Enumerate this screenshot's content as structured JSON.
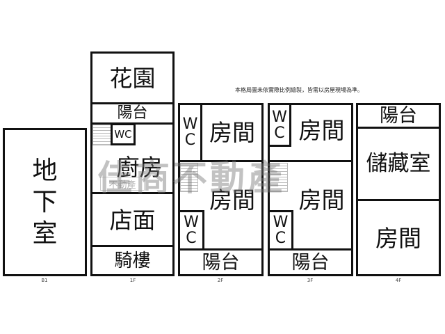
{
  "note": "本格局圖未依實際比例繪製，皆需以房屋現場為準。",
  "watermark": {
    "main": "佳商不動產",
    "small": "不動產"
  },
  "floors": {
    "b1": {
      "label": "B1",
      "rooms": {
        "basement": "地\n下\n室"
      }
    },
    "f1": {
      "label": "1F",
      "rooms": {
        "garden": "花園",
        "balcony": "陽台",
        "wc": "WC",
        "kitchen": "廚房",
        "shop": "店面",
        "arcade": "騎樓"
      }
    },
    "f2": {
      "label": "2F",
      "rooms": {
        "wc_top": "W\nC",
        "room_top": "房間",
        "room_mid": "房間",
        "wc_bottom": "W\nC",
        "balcony": "陽台"
      }
    },
    "f3": {
      "label": "3F",
      "rooms": {
        "wc_top": "W\nC",
        "room_top": "房間",
        "room_mid": "房間",
        "wc_bottom": "W\nC",
        "balcony": "陽台"
      }
    },
    "f4": {
      "label": "4F",
      "rooms": {
        "balcony": "陽台",
        "storage": "儲藏室",
        "room": "房間"
      }
    }
  }
}
